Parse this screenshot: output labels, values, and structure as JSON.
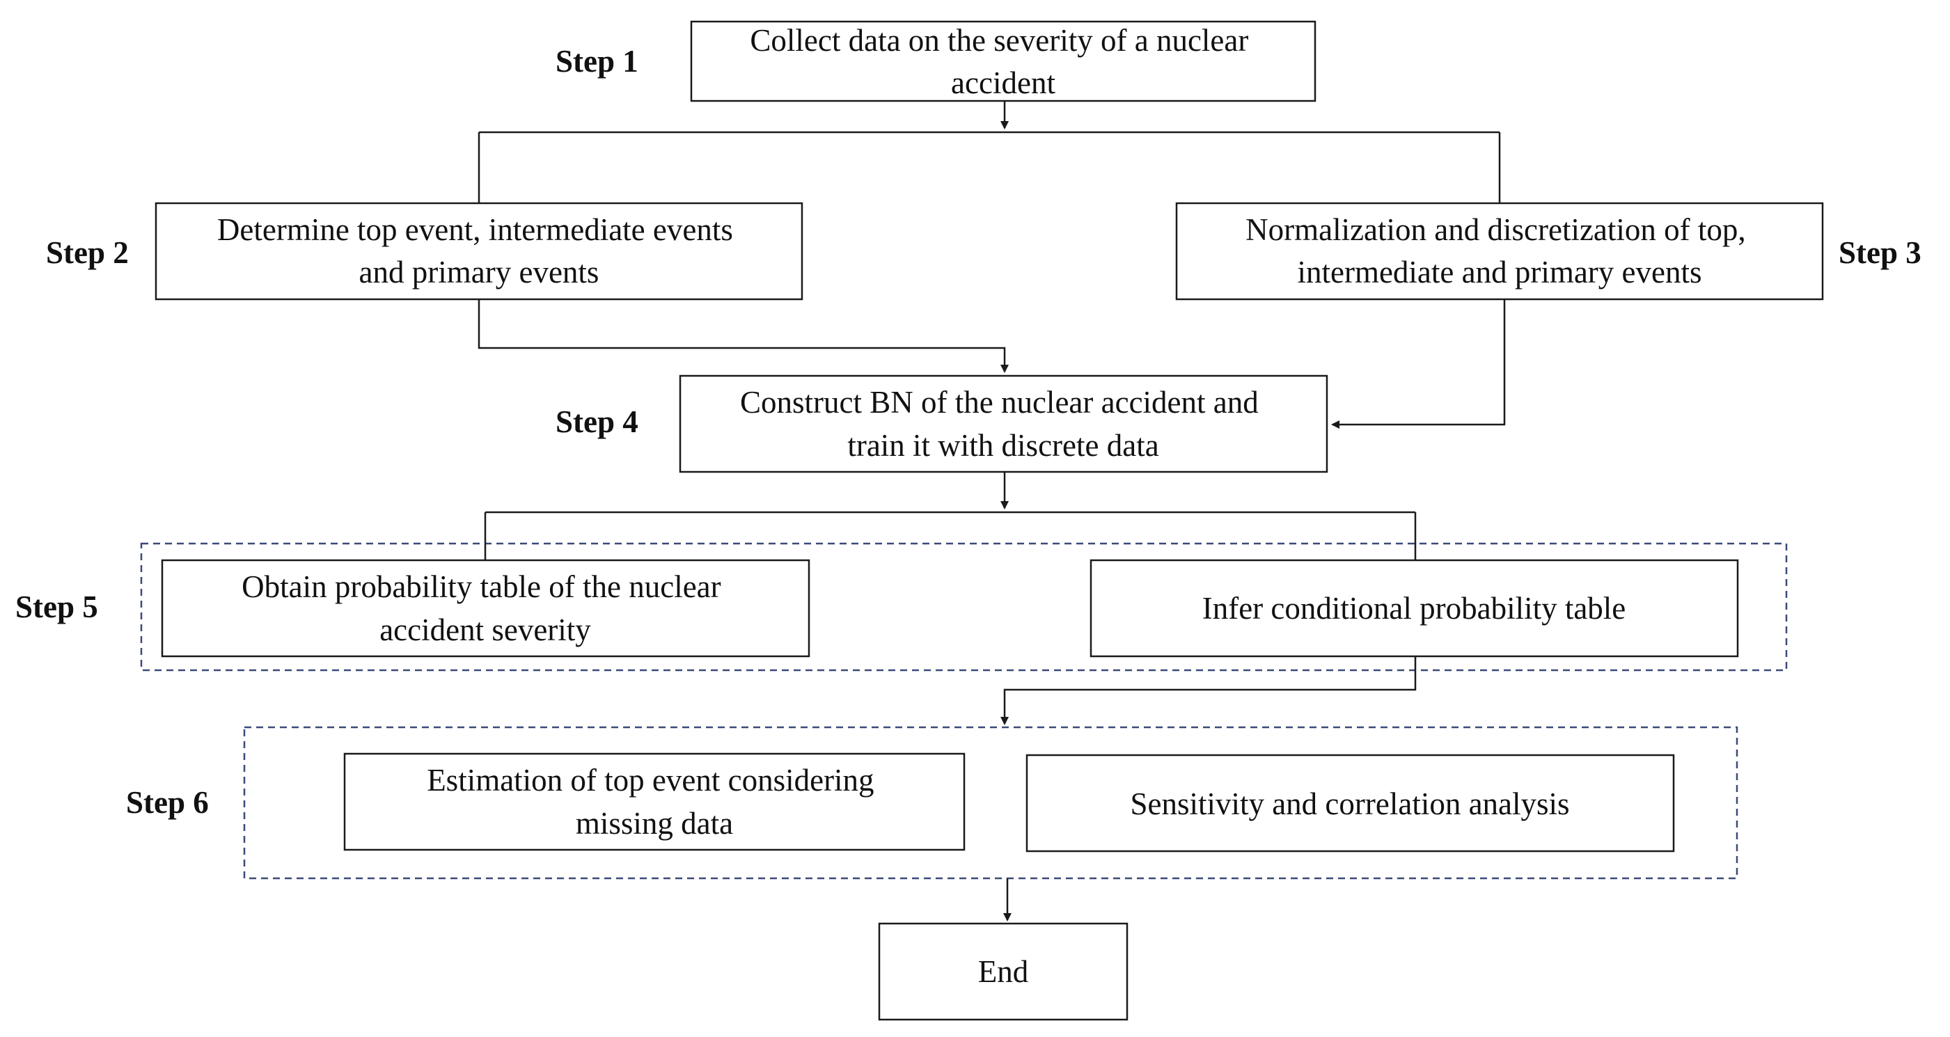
{
  "steps": {
    "s1": "Step 1",
    "s2": "Step 2",
    "s3": "Step 3",
    "s4": "Step 4",
    "s5": "Step 5",
    "s6": "Step 6"
  },
  "boxes": {
    "collect": [
      "Collect data on the severity of a nuclear",
      "accident"
    ],
    "determine": [
      "Determine top event, intermediate events",
      "and primary events"
    ],
    "normalize": [
      "Normalization and discretization of top,",
      "intermediate and primary events"
    ],
    "construct": [
      "Construct BN of the nuclear accident and",
      "train it with discrete data"
    ],
    "obtain": [
      "Obtain probability table of the nuclear",
      "accident severity"
    ],
    "infer": [
      "Infer conditional probability table"
    ],
    "estimate": [
      "Estimation of top event considering",
      "missing data"
    ],
    "sensitivity": [
      "Sensitivity and correlation analysis"
    ],
    "end": [
      "End"
    ]
  },
  "colors": {
    "line": "#1a1a1a",
    "dashed_group": "#3b4a78"
  }
}
